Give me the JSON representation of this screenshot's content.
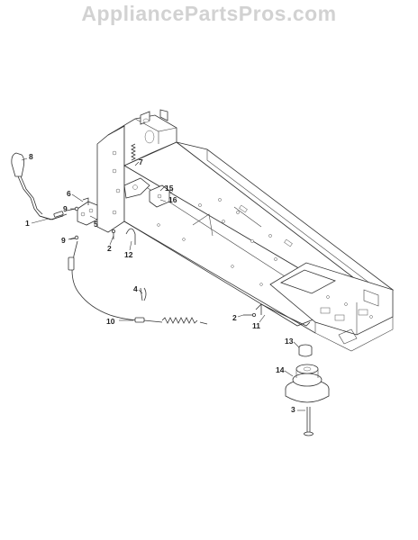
{
  "watermark": "AppliancePartsPros.com",
  "callouts": [
    {
      "id": "c1",
      "label": "1"
    },
    {
      "id": "c2a",
      "label": "2"
    },
    {
      "id": "c2b",
      "label": "2"
    },
    {
      "id": "c3",
      "label": "3"
    },
    {
      "id": "c4",
      "label": "4"
    },
    {
      "id": "c5",
      "label": "5"
    },
    {
      "id": "c6",
      "label": "6"
    },
    {
      "id": "c7",
      "label": "7"
    },
    {
      "id": "c8",
      "label": "8"
    },
    {
      "id": "c9a",
      "label": "9"
    },
    {
      "id": "c9b",
      "label": "9"
    },
    {
      "id": "c10",
      "label": "10"
    },
    {
      "id": "c11",
      "label": "11"
    },
    {
      "id": "c12",
      "label": "12"
    },
    {
      "id": "c13",
      "label": "13"
    },
    {
      "id": "c14",
      "label": "14"
    },
    {
      "id": "c15",
      "label": "15"
    },
    {
      "id": "c16",
      "label": "16"
    }
  ]
}
